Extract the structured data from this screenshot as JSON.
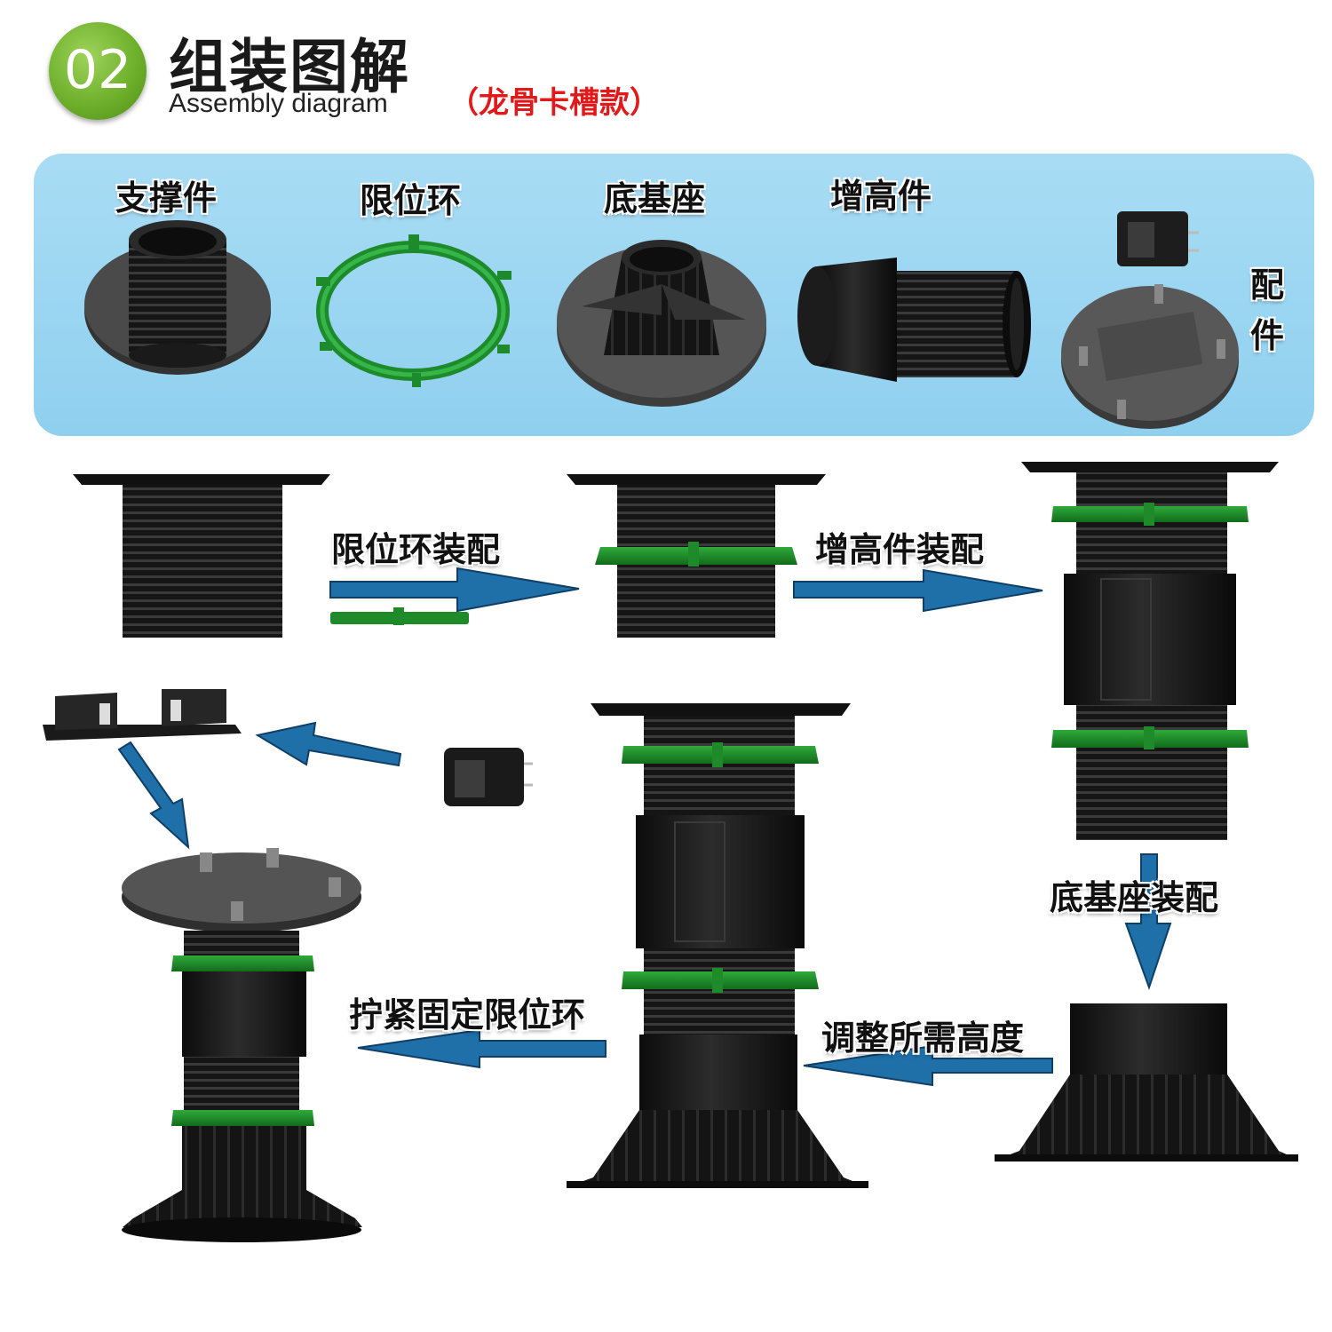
{
  "header": {
    "badge_number": "02",
    "title_cn": "组装图解",
    "title_en": "Assembly diagram",
    "subtitle": "（龙骨卡槽款）"
  },
  "parts": {
    "support": "支撑件",
    "limit_ring": "限位环",
    "base": "底基座",
    "extension": "增高件",
    "accessory_line1": "配",
    "accessory_line2": "件"
  },
  "steps": {
    "ring_assembly": "限位环装配",
    "extension_assembly": "增高件装配",
    "base_assembly": "底基座装配",
    "adjust_height": "调整所需高度",
    "tighten_ring": "拧紧固定限位环"
  },
  "colors": {
    "panel": "#9ad5f1",
    "arrow": "#1f6fa8",
    "part_black": "#161616",
    "ring_green": "#1e8a2a",
    "badge_green": "#6fb02c",
    "subtitle_red": "#e0191b"
  }
}
